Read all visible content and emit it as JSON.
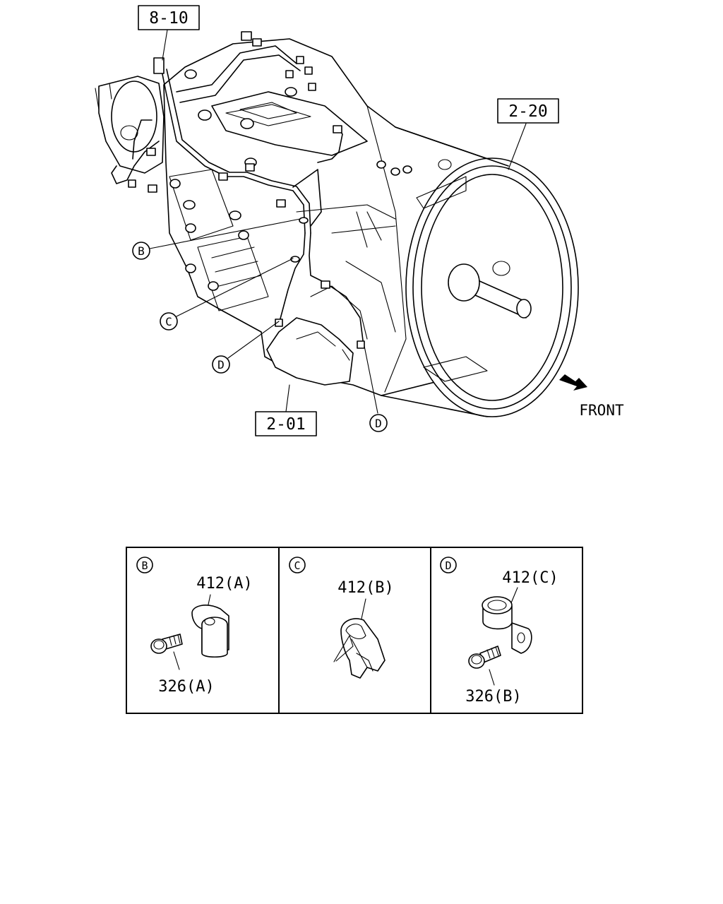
{
  "callouts": {
    "ref_8_10": "8-10",
    "ref_2_20": "2-20",
    "ref_2_01": "2-01",
    "front": "FRONT"
  },
  "markers": {
    "b": "B",
    "c": "C",
    "d": "D"
  },
  "details": {
    "panel_b": {
      "marker": "B",
      "part_top": "412(A)",
      "part_bottom": "326(A)"
    },
    "panel_c": {
      "marker": "C",
      "part_top": "412(B)"
    },
    "panel_d": {
      "marker": "D",
      "part_top": "412(C)",
      "part_bottom": "326(B)"
    }
  }
}
